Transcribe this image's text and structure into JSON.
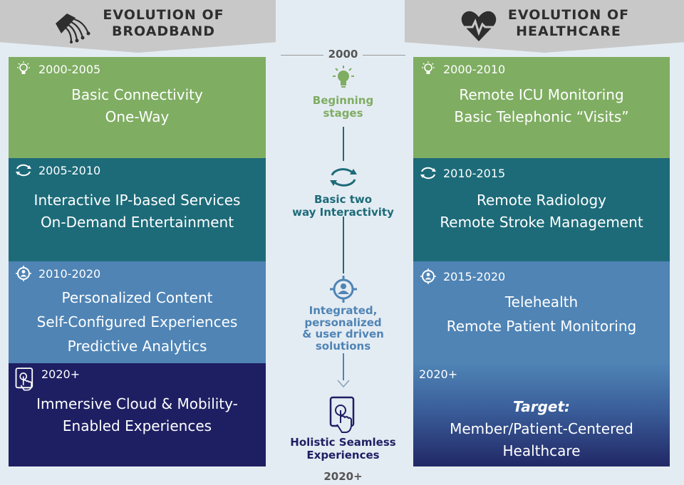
{
  "left": {
    "title_line1": "EVOLUTION OF",
    "title_line2": "BROADBAND",
    "icon": "fiber-optic-icon",
    "panels": [
      {
        "period": "2000-2005",
        "icon": "lightbulb-icon",
        "lines": [
          "Basic Connectivity",
          "One-Way"
        ]
      },
      {
        "period": "2005-2010",
        "icon": "cycle-arrows-icon",
        "lines": [
          "Interactive IP-based Services",
          "On-Demand Entertainment"
        ]
      },
      {
        "period": "2010-2020",
        "icon": "user-target-icon",
        "lines": [
          "Personalized Content",
          "Self-Configured Experiences",
          "Predictive Analytics"
        ]
      },
      {
        "period": "2020+",
        "icon": "touch-device-icon",
        "lines": [
          "Immersive Cloud & Mobility-",
          "Enabled  Experiences"
        ]
      }
    ]
  },
  "right": {
    "title_line1": "EVOLUTION OF",
    "title_line2": "HEALTHCARE",
    "icon": "heart-pulse-icon",
    "panels": [
      {
        "period": "2000-2010",
        "icon": "lightbulb-icon",
        "lines": [
          "Remote ICU Monitoring",
          "Basic Telephonic “Visits”"
        ]
      },
      {
        "period": "2010-2015",
        "icon": "cycle-arrows-icon",
        "lines": [
          "Remote Radiology",
          "Remote Stroke Management"
        ]
      },
      {
        "period": "2015-2020",
        "icon": "user-target-icon",
        "lines": [
          "Telehealth",
          "Remote Patient Monitoring"
        ]
      },
      {
        "period": "2020+",
        "target_label": "Target:",
        "lines": [
          "Member/Patient-Centered",
          "Healthcare"
        ]
      }
    ]
  },
  "timeline": {
    "start_year": "2000",
    "end_year": "2020+",
    "stages": [
      {
        "line1": "Beginning",
        "line2": "stages",
        "color": "#7fad62"
      },
      {
        "line1": "Basic two",
        "line2": "way Interactivity",
        "color": "#1d6b79"
      },
      {
        "line1": "Integrated,",
        "line2": "personalized",
        "line3": "& user driven",
        "line4": "solutions",
        "color": "#4f84b5"
      },
      {
        "line1": "Holistic Seamless",
        "line2": "Experiences",
        "color": "#1e1f63"
      }
    ]
  },
  "colors": {
    "green": "#7fad62",
    "teal": "#1d6b79",
    "steel": "#4f84b5",
    "navy": "#1e1f63",
    "header": "#c8c8c8"
  }
}
